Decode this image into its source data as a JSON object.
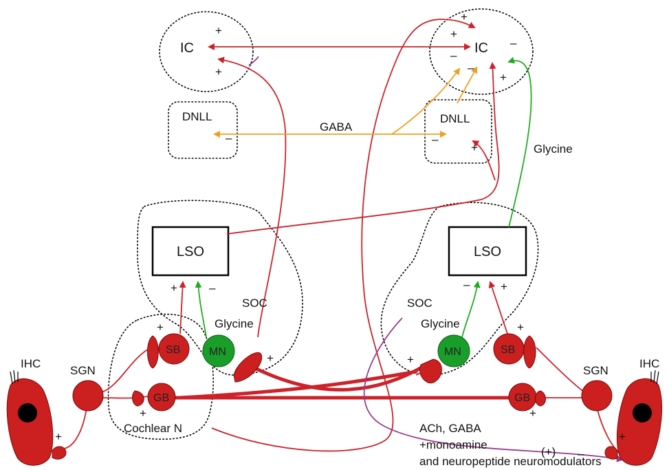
{
  "labels": {
    "ic_left": "IC",
    "ic_right": "IC",
    "dnll_left": "DNLL",
    "dnll_right": "DNLL",
    "gaba": "GABA",
    "glycine_top": "Glycine",
    "lso_left": "LSO",
    "lso_right": "LSO",
    "soc_left": "SOC",
    "soc_right": "SOC",
    "glycine_left": "Glycine",
    "glycine_right": "Glycine",
    "sb_left": "SB",
    "sb_right": "SB",
    "mn_left": "MN",
    "mn_right": "MN",
    "gb_left": "GB",
    "gb_right": "GB",
    "sgn_left": "SGN",
    "sgn_right": "SGN",
    "ihc_left": "IHC",
    "ihc_right": "IHC",
    "cochlear_n": "Cochlear N",
    "ach_line1": "ACh, GABA",
    "ach_line2": "+monoamine",
    "ach_line3": "and neuropeptide neuromodulators",
    "plus_paren": "(+)"
  },
  "signs": {
    "plus": "+",
    "minus": "–"
  },
  "colors": {
    "excitatory": "#cc2229",
    "glycinergic": "#22aa22",
    "gabaergic": "#f0a020",
    "efferent": "#9a3a8a",
    "cell_red": "#cc1f1f",
    "cell_green": "#1a9e2a",
    "outline": "#000000"
  }
}
